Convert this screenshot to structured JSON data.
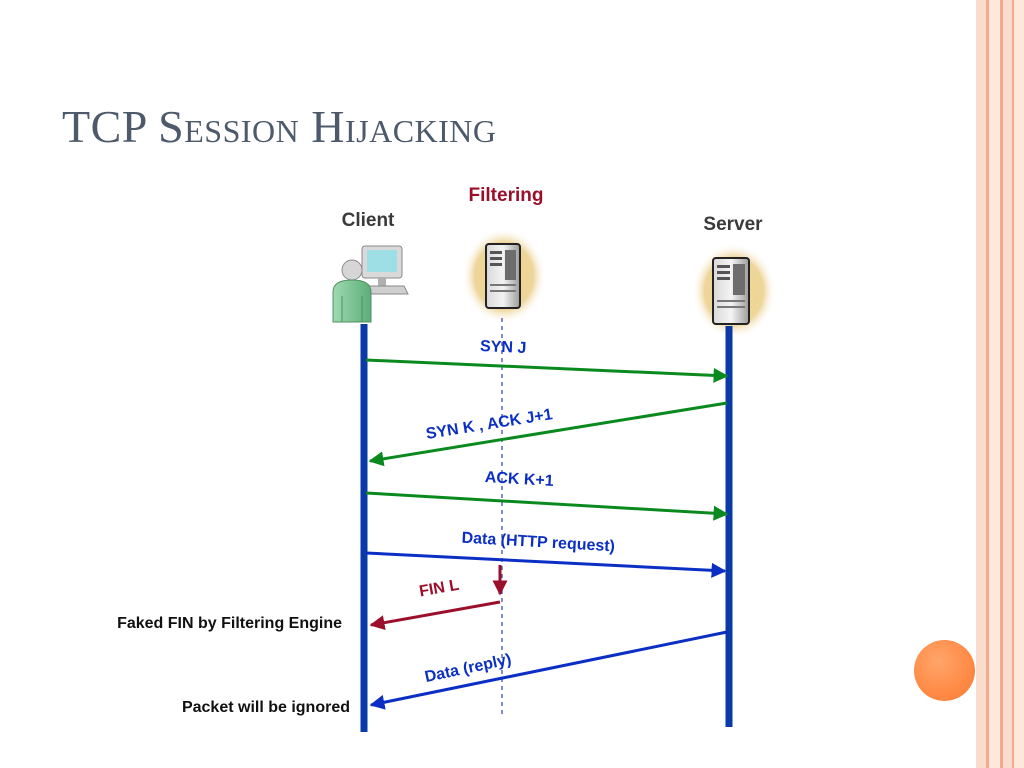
{
  "slide": {
    "title": "TCP Session Hijacking"
  },
  "diagram": {
    "nodes": {
      "client": {
        "label": "Client",
        "icon": "user-workstation-icon"
      },
      "filter": {
        "label": "Filtering",
        "icon": "server-icon"
      },
      "server": {
        "label": "Server",
        "icon": "server-icon"
      }
    },
    "messages": [
      {
        "label": "SYN J",
        "from": "Client",
        "to": "Server"
      },
      {
        "label": "SYN K , ACK J+1",
        "from": "Server",
        "to": "Client"
      },
      {
        "label": "ACK  K+1",
        "from": "Client",
        "to": "Server"
      },
      {
        "label": "Data (HTTP request)",
        "from": "Client",
        "to": "Server"
      },
      {
        "label": "FIN L",
        "from": "Filtering",
        "to": "Client"
      },
      {
        "label": "Data (reply)",
        "from": "Server",
        "to": "Client"
      }
    ],
    "notes": {
      "faked_fin": "Faked FIN by Filtering Engine",
      "ignored": "Packet will be ignored"
    },
    "colors": {
      "lifeline": "#0a3aa8",
      "handshake": "#0a8a1e",
      "data": "#0b2fc4",
      "fin": "#9b0f2a",
      "filter_label": "#9b0f2a",
      "node_label": "#3a3a3a",
      "accent": "#ff8a45"
    }
  }
}
